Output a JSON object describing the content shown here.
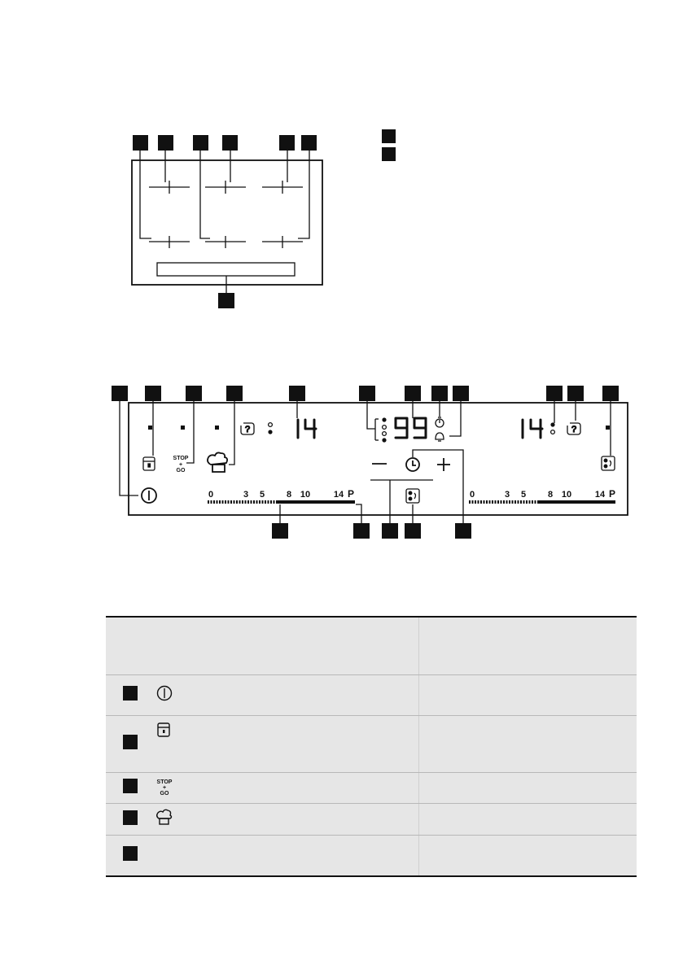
{
  "panel_bottom": {
    "slider_ticks": [
      "0",
      "3",
      "5",
      "8",
      "10",
      "14"
    ],
    "slider_end": "P",
    "display_left": "14",
    "display_middle": "99",
    "display_right": "14",
    "stop_go": "STOP + GO"
  },
  "table": {
    "rows": [
      {
        "icon": "power-icon"
      },
      {
        "icon": "lock-icon"
      },
      {
        "icon": "stop-go-icon",
        "text": "STOP + GO"
      },
      {
        "icon": "chef-hat-icon"
      },
      {
        "icon": ""
      }
    ]
  },
  "colors": {
    "ink": "#111111",
    "table_bg": "#e6e6e6"
  }
}
